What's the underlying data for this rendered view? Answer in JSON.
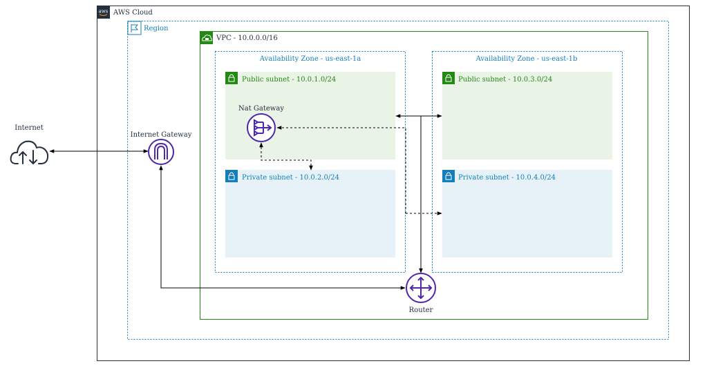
{
  "cloud": {
    "label": "AWS Cloud",
    "logo_text": "aws"
  },
  "region": {
    "label": "Region"
  },
  "vpc": {
    "label": "VPC - 10.0.0.0/16"
  },
  "az_a": {
    "label": "Availability Zone - us-east-1a"
  },
  "az_b": {
    "label": "Availability Zone - us-east-1b"
  },
  "subnets": {
    "public_a": {
      "label": "Public subnet - 10.0.1.0/24"
    },
    "private_a": {
      "label": "Private subnet - 10.0.2.0/24"
    },
    "public_b": {
      "label": "Public subnet - 10.0.3.0/24"
    },
    "private_b": {
      "label": "Private subnet - 10.0.4.0/24"
    }
  },
  "nodes": {
    "internet": {
      "label": "Internet",
      "icon": "cloud-upload-download-icon"
    },
    "internet_gateway": {
      "label": "Internet Gateway",
      "icon": "internet-gateway-icon"
    },
    "nat_gateway": {
      "label": "Nat Gateway",
      "icon": "nat-gateway-icon"
    },
    "router": {
      "label": "Router",
      "icon": "router-icon"
    }
  },
  "colors": {
    "cloud_border": "#232f3e",
    "region_border": "#147eba",
    "vpc_border": "#248814",
    "public_fill": "#e9f3e6",
    "private_fill": "#e6f2f8",
    "public_badge": "#248814",
    "private_badge": "#147eba",
    "service_purple": "#4d27aa",
    "connector": "#000000"
  }
}
